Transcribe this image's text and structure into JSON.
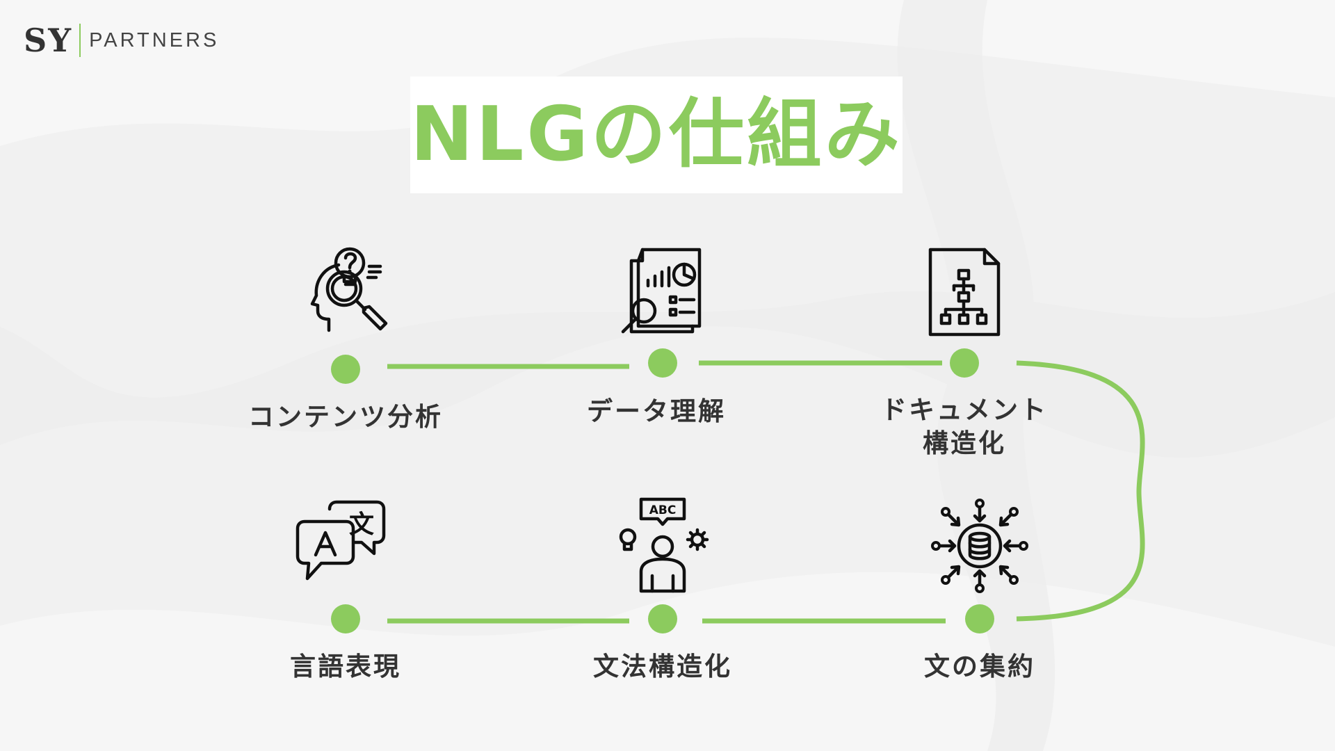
{
  "logo": {
    "mark": "SY",
    "text": "PARTNERS"
  },
  "title": "NLGの仕組み",
  "colors": {
    "accent": "#8ccb5e",
    "text": "#333333",
    "icon": "#111111",
    "title_bg": "#ffffff"
  },
  "steps": [
    {
      "label": "コンテンツ分析",
      "icon": "head-question-search-icon"
    },
    {
      "label": "データ理解",
      "icon": "report-magnifier-icon"
    },
    {
      "label_line1": "ドキュメント",
      "label_line2": "構造化",
      "icon": "document-hierarchy-icon"
    },
    {
      "label": "文の集約",
      "icon": "database-network-icon"
    },
    {
      "label": "文法構造化",
      "icon": "person-abc-gear-icon"
    },
    {
      "label": "言語表現",
      "icon": "translate-bubbles-icon"
    }
  ]
}
